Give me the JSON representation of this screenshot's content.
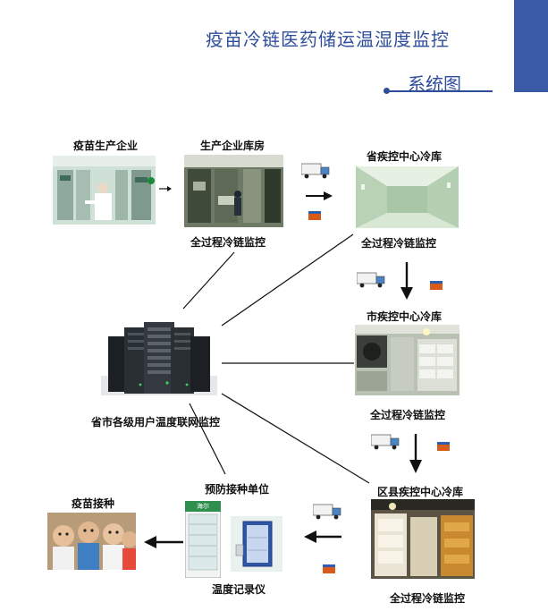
{
  "header": {
    "title": "疫苗冷链医药储运温湿度监控",
    "subtitle": "系统图",
    "accent_color": "#3b5aa6"
  },
  "nodes": {
    "vaccine_company": "疫苗生产企业",
    "company_warehouse": "生产企业库房",
    "province_cdc": "省疾控中心冷库",
    "city_cdc": "市疾控中心冷库",
    "county_cdc": "区县疾控中心冷库",
    "vaccination_unit": "预防接种单位",
    "vaccination": "疫苗接种",
    "server": "省市各级用户温度联网监控",
    "recorder": "温度记录仪",
    "fridge_brand": "海尔"
  },
  "monitoring_labels": [
    "全过程冷链监控",
    "全过程冷链监控",
    "全过程冷链监控",
    "全过程冷链监控"
  ],
  "icons": [
    "factory-photo",
    "warehouse-photo",
    "cold-room-photo",
    "server-rack-icon",
    "refrigerated-truck-icon",
    "package-icon",
    "vaccine-fridge-icon",
    "temperature-recorder-icon",
    "children-photo"
  ]
}
